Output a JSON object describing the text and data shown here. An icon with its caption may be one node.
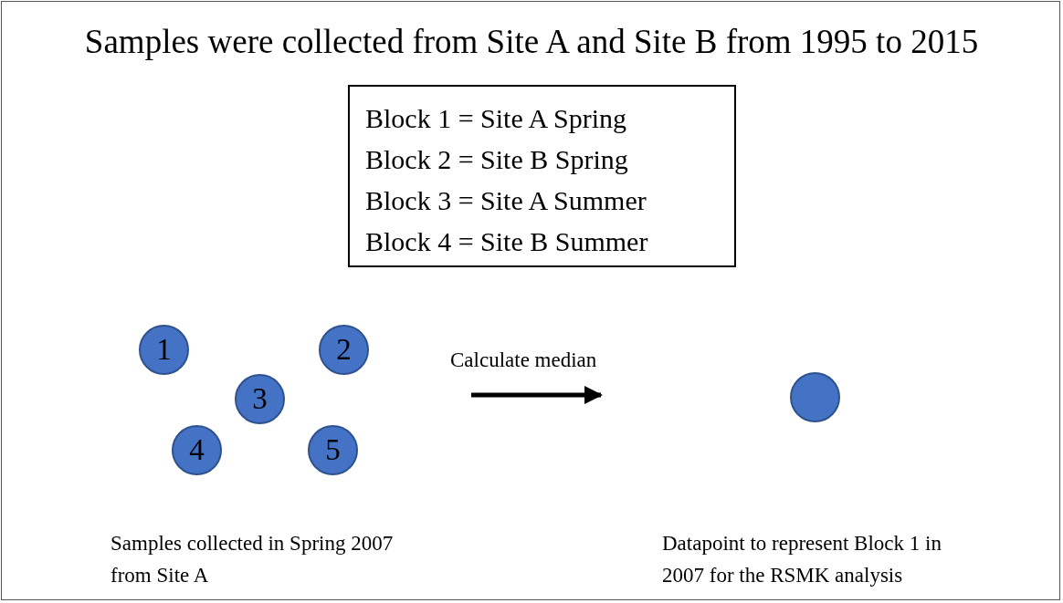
{
  "diagram": {
    "title": "Samples were collected from Site A and Site B from 1995 to 2015",
    "nodes": [
      {
        "text": [
          "Block 1 = Site A Spring",
          "Block 2 = Site B Spring",
          "Block 3 = Site A Summer",
          "Block 4 = Site B Summer"
        ]
      },
      {
        "text": [
          "1"
        ]
      },
      {
        "text": [
          "2"
        ]
      },
      {
        "text": [
          "3"
        ]
      },
      {
        "text": [
          "4"
        ]
      },
      {
        "text": [
          "5"
        ]
      },
      {
        "text": [],
        "shape": "circle"
      }
    ],
    "labels": [
      "Calculate median",
      "Samples collected in Spring 2007 from Site A",
      "Datapoint to represent Block 1 in 2007 for the RSMK analysis"
    ]
  }
}
